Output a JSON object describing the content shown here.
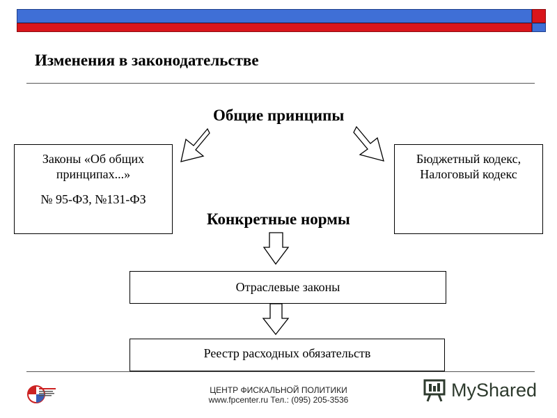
{
  "header": {
    "title": "Изменения в законодательстве"
  },
  "diagram": {
    "general_heading": "Общие принципы",
    "specific_heading": "Конкретные нормы",
    "left_box": {
      "line1": "Законы «Об общих",
      "line2": "принципах...»",
      "line3": "№ 95-ФЗ, №131-ФЗ"
    },
    "right_box": {
      "line1": "Бюджетный кодекс,",
      "line2": "Налоговый кодекс"
    },
    "sector_box": "Отраслевые законы",
    "registry_box": "Реестр расходных обязательств"
  },
  "footer": {
    "org_name": "ЦЕНТР ФИСКАЛЬНОЙ ПОЛИТИКИ",
    "contacts": "www.fpcenter.ru   Тел.: (095) 205-3536",
    "watermark": "MyShared"
  },
  "colors": {
    "bar_blue": "#3f6fd6",
    "bar_red": "#d9151b"
  }
}
